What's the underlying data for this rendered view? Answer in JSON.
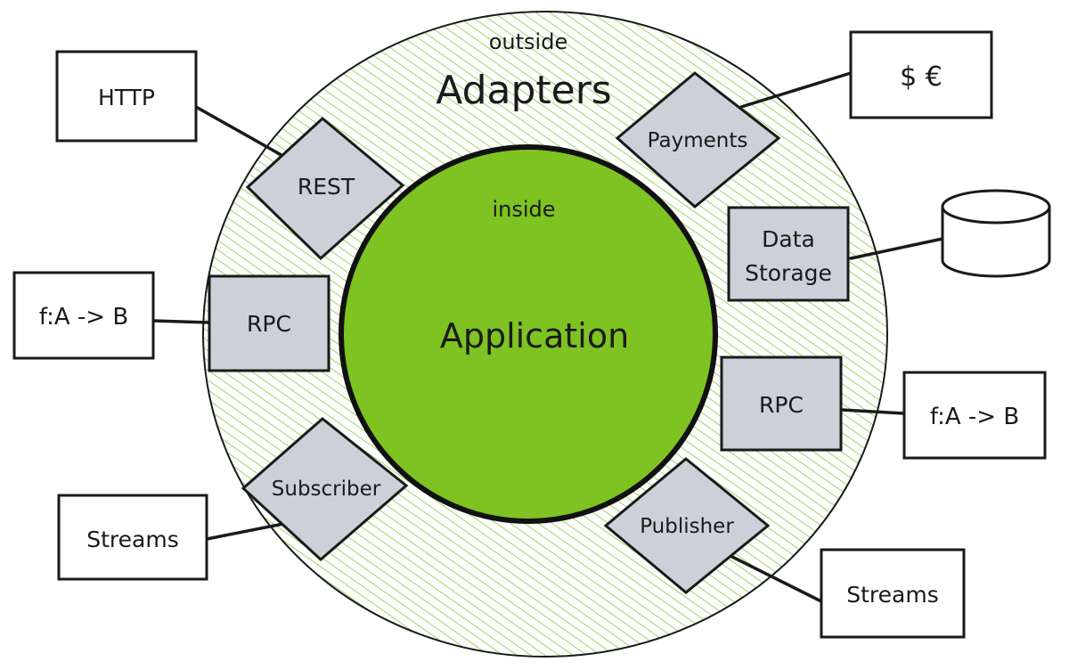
{
  "labels": {
    "outside": "outside",
    "adapters": "Adapters",
    "inside": "inside",
    "application": "Application"
  },
  "adapters": {
    "rest": "REST",
    "payments": "Payments",
    "data_storage_line1": "Data",
    "data_storage_line2": "Storage",
    "rpc_left": "RPC",
    "rpc_right": "RPC",
    "subscriber": "Subscriber",
    "publisher": "Publisher"
  },
  "externals": {
    "http": "HTTP",
    "currency": "$ €",
    "function_left": "f:A -> B",
    "function_right": "f:A -> B",
    "streams_left": "Streams",
    "streams_right": "Streams",
    "database_icon": "database-cylinder-icon"
  },
  "colors": {
    "adapter_ring_hatch": "#8dc63f",
    "application_core": "#7ec322",
    "adapter_fill": "#cdd0d8",
    "stroke": "#1a1a1a"
  }
}
